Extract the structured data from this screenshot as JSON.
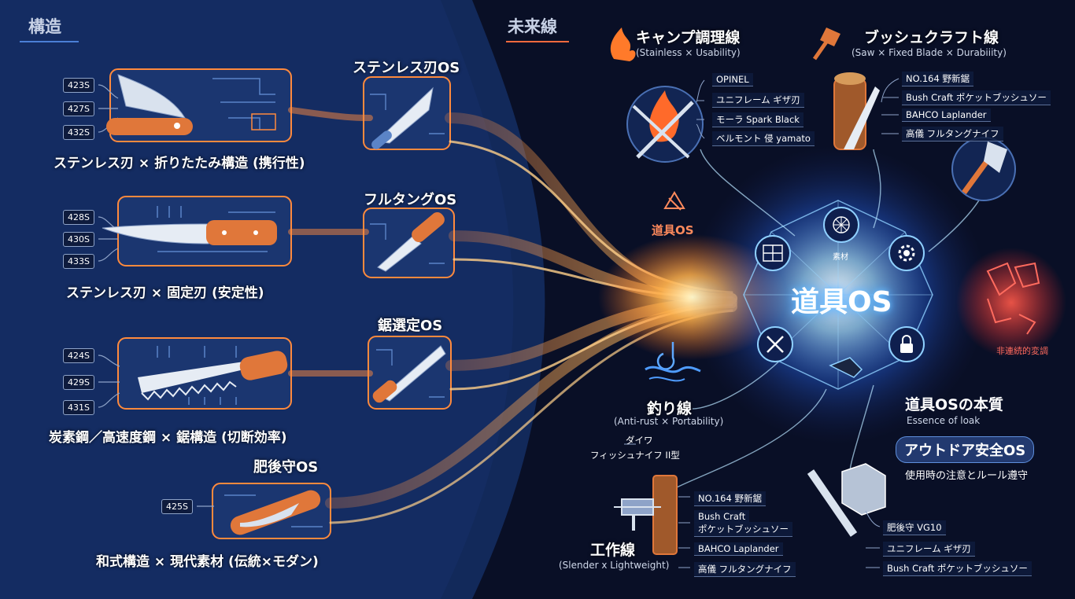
{
  "left": {
    "section_title": "構造",
    "rows": [
      {
        "os_title": "ステンレス刃OS",
        "caption": "ステンレス刃 × 折りたたみ構造 (携行性)",
        "specs": [
          "423S",
          "427S",
          "432S"
        ]
      },
      {
        "os_title": "フルタングOS",
        "caption": "ステンレス刃 × 固定刃 (安定性)",
        "specs": [
          "428S",
          "430S",
          "433S"
        ]
      },
      {
        "os_title": "鋸選定OS",
        "caption": "炭素鋼／高速度鋼 × 鋸構造 (切断効率)",
        "specs": [
          "424S",
          "429S",
          "431S"
        ]
      },
      {
        "os_title": "肥後守OS",
        "caption": "和式構造 × 現代素材 (伝統×モダン)",
        "specs": [
          "425S"
        ]
      }
    ]
  },
  "right": {
    "section_title": "未来線",
    "camp": {
      "title": "キャンプ調理線",
      "subtitle": "(Stainless × Usability)",
      "items": [
        "OPINEL",
        "ユニフレーム ギザ刃",
        "モーラ Spark Black",
        "ベルモント 侵 yamato"
      ]
    },
    "bushcraft": {
      "title": "ブッシュクラフト線",
      "subtitle": "(Saw × Fixed Blade × Durabiiity)",
      "items": [
        "NO.164 野新鋸",
        "Bush Craft ポケットブッシュソー",
        "BAHCO Laplander",
        "高儀 フルタングナイフ"
      ]
    },
    "dougu_small": "道具OS",
    "core": {
      "label": "道具OS",
      "material_label": "素材"
    },
    "discontinuous": "非連続的変調",
    "fishing": {
      "title": "釣り線",
      "subtitle": "(Anti-rust × Portability)",
      "items": [
        "ダイワ",
        "フィッシュナイフ II型"
      ]
    },
    "craft": {
      "title": "工作線",
      "subtitle": "(Slender x Lightweight)",
      "items": [
        "NO.164 野新鋸",
        "Bush Craft",
        "ポケットブッシュソー",
        "BAHCO Laplander",
        "高儀 フルタングナイフ"
      ]
    },
    "essence": {
      "title": "道具OSの本質",
      "subtitle": "Essence of loak",
      "badge": "アウトドア安全OS",
      "note": "使用時の注意とルール遵守"
    },
    "right_list": [
      "肥後守 VG10",
      "ユニフレーム ギザ刃",
      "Bush Craft ポケットブッシュソー"
    ]
  },
  "colors": {
    "left_bg": "#12295a",
    "right_bg": "#090f26",
    "orange": "#ff8a3d",
    "accent_blue": "#2a8dff",
    "accent_red": "#ff3b3b"
  },
  "icons": [
    "folding-knife-icon",
    "fixed-knife-icon",
    "saw-icon",
    "higonokami-icon",
    "flame-icon",
    "axe-icon",
    "fork-knife-icon",
    "log-knife-icon",
    "hook-icon",
    "wood-clamp-icon",
    "block-ruler-icon",
    "hammer-icon",
    "lock-icon",
    "gear-icon",
    "network-icon",
    "cross-tools-icon"
  ]
}
